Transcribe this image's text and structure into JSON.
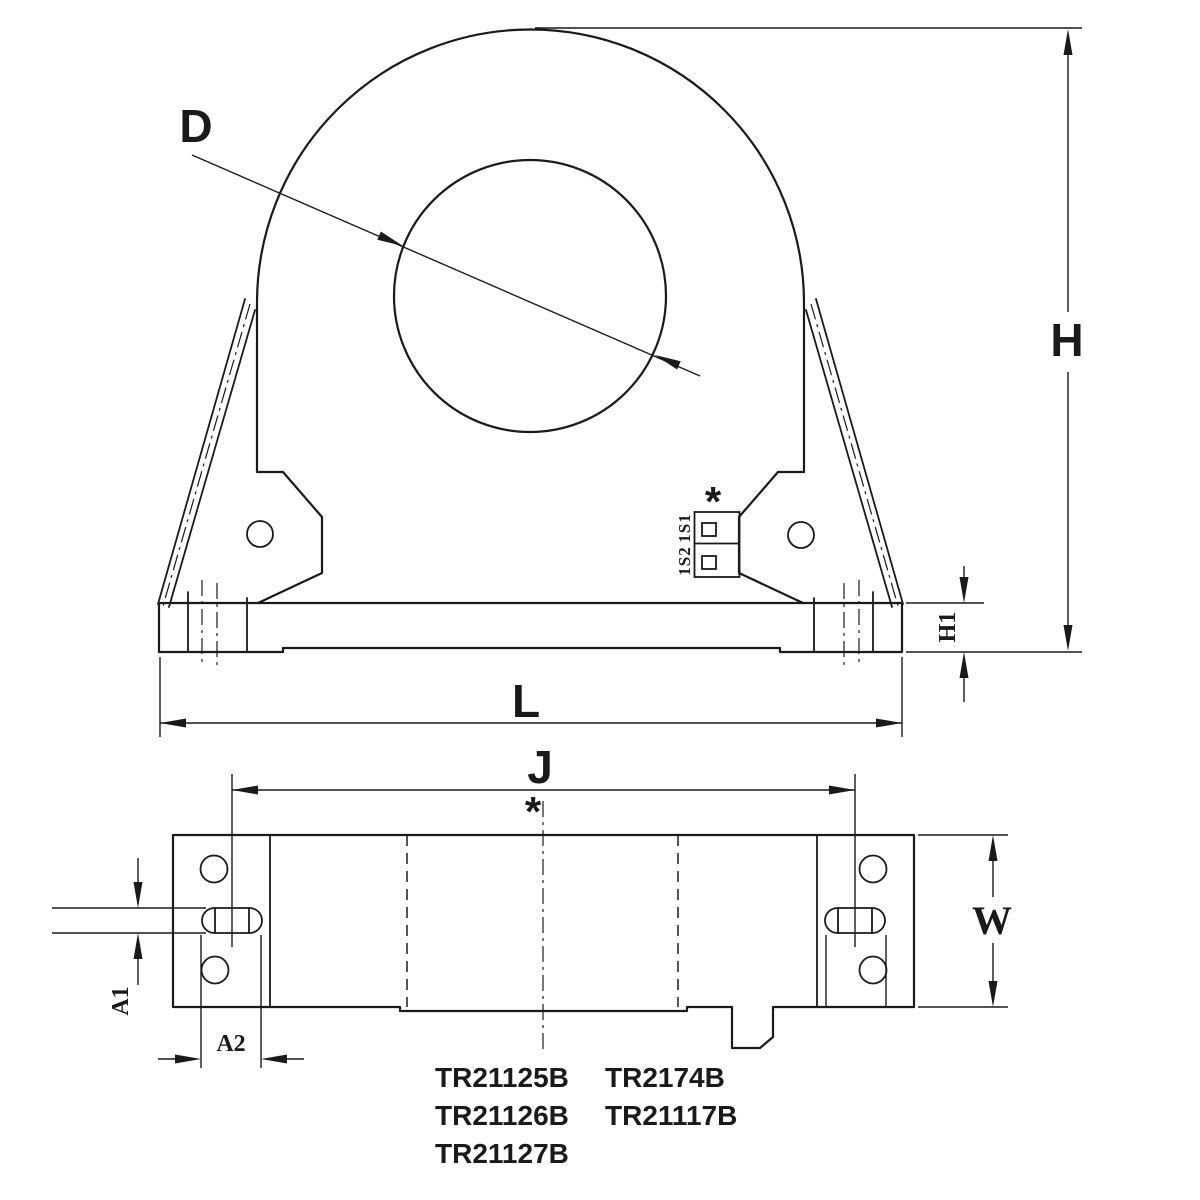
{
  "drawing": {
    "type": "engineering-dimension-drawing",
    "views": {
      "front_view": "toroidal transformer with mounting feet",
      "plan_view": "base plate with mounting slots"
    },
    "dimensions": {
      "d": "D",
      "h": "H",
      "h1": "H1",
      "l": "L",
      "j": "J",
      "w": "W",
      "a1": "A1",
      "a2": "A2"
    },
    "terminal": {
      "top": "1S1",
      "bottom": "1S2"
    },
    "marker": "*",
    "part_numbers": {
      "column1": [
        "TR21125B",
        "TR21126B",
        "TR21127B"
      ],
      "column2": [
        "TR2174B",
        "TR21117B"
      ]
    },
    "colors": {
      "ink": "#1a1a1a",
      "background": "#ffffff"
    }
  }
}
